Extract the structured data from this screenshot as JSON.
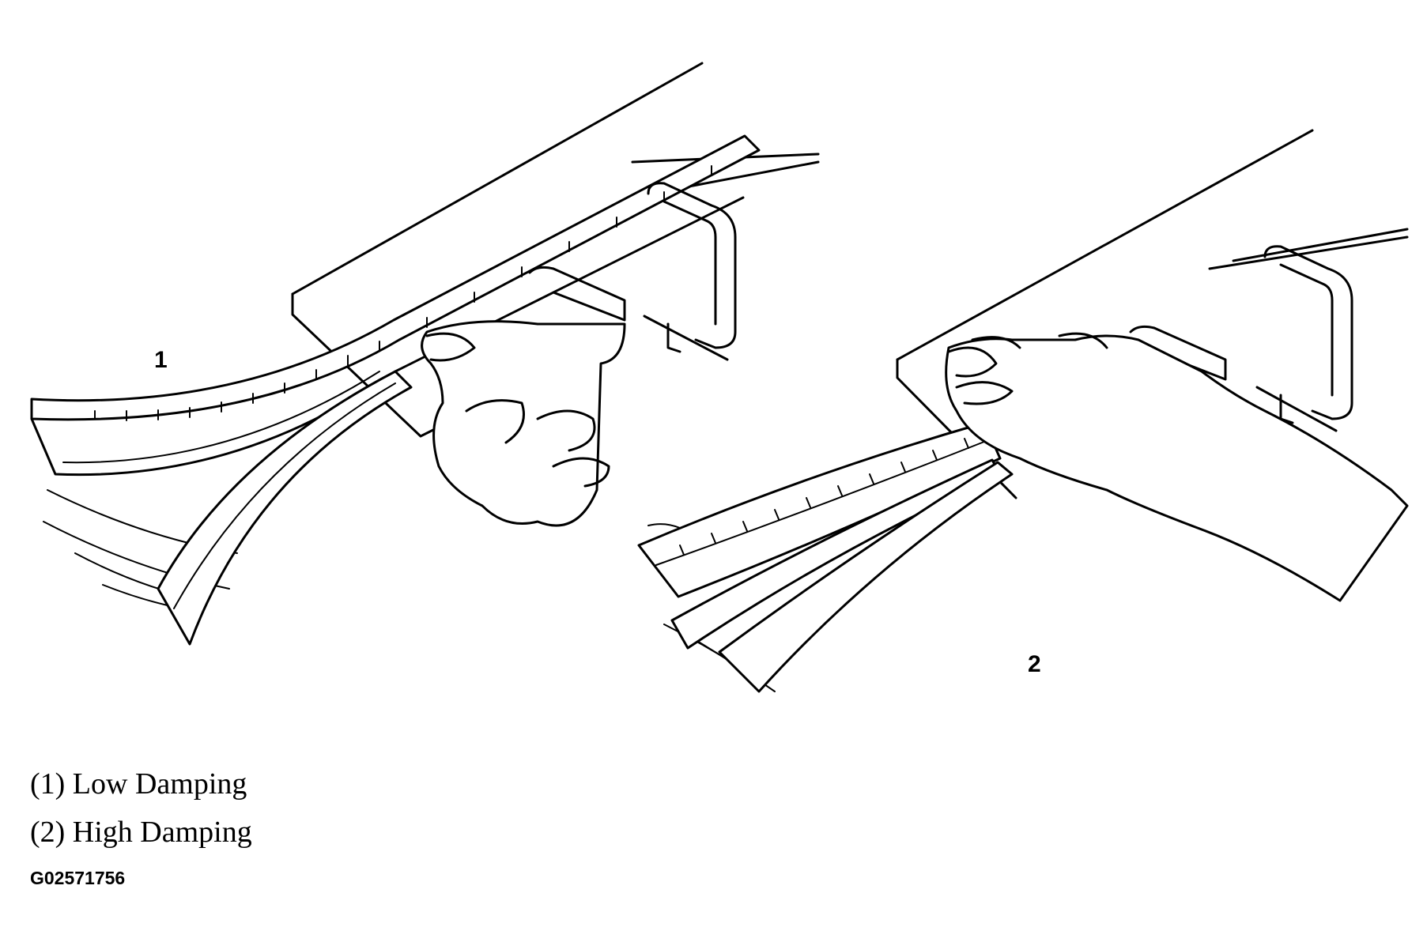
{
  "callouts": {
    "one": "1",
    "two": "2"
  },
  "legend": [
    "(1) Low Damping",
    "(2) High Damping"
  ],
  "figure_id": "G02571756"
}
